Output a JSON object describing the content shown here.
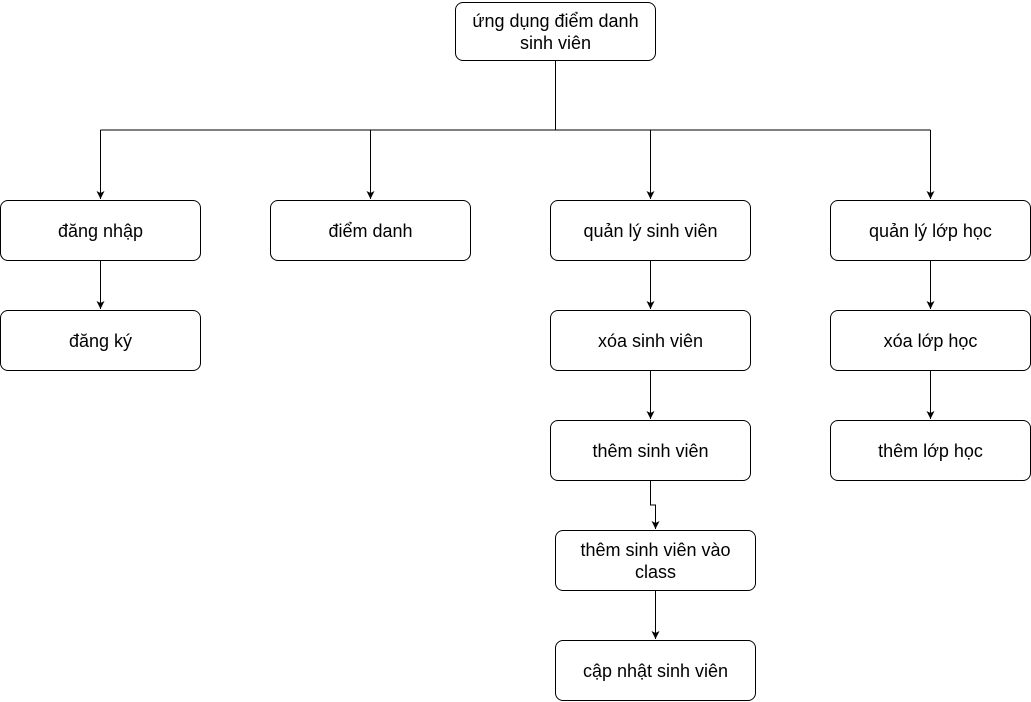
{
  "colors": {
    "line": "#000000",
    "node_border": "#000000",
    "node_fill": "#ffffff",
    "text": "#000000"
  },
  "nodes": {
    "root": "ứng dụng điểm danh sinh viên",
    "login": "đăng nhập",
    "register": "đăng ký",
    "attendance": "điểm danh",
    "manage_students": "quản lý sinh viên",
    "delete_student": "xóa sinh viên",
    "add_student": "thêm sinh viên",
    "add_student_to_class": "thêm sinh viên vào class",
    "update_student": "cập nhật sinh viên",
    "manage_classes": "quản lý lớp học",
    "delete_class": "xóa lớp học",
    "add_class": "thêm lớp học"
  },
  "edges": [
    {
      "from": "root",
      "to": "login"
    },
    {
      "from": "root",
      "to": "attendance"
    },
    {
      "from": "root",
      "to": "manage_students"
    },
    {
      "from": "root",
      "to": "manage_classes"
    },
    {
      "from": "login",
      "to": "register"
    },
    {
      "from": "manage_students",
      "to": "delete_student"
    },
    {
      "from": "delete_student",
      "to": "add_student"
    },
    {
      "from": "add_student",
      "to": "add_student_to_class"
    },
    {
      "from": "add_student_to_class",
      "to": "update_student"
    },
    {
      "from": "manage_classes",
      "to": "delete_class"
    },
    {
      "from": "delete_class",
      "to": "add_class"
    }
  ]
}
